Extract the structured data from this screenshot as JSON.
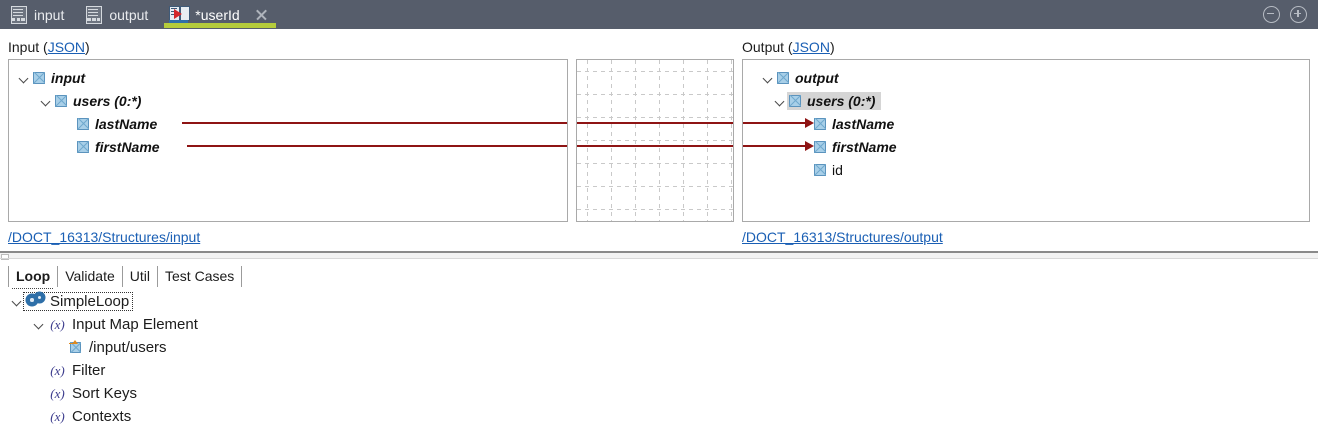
{
  "window": {
    "tabs": [
      {
        "label": "input",
        "icon": "grid-document-icon",
        "active": false,
        "closable": false
      },
      {
        "label": "output",
        "icon": "grid-document-icon",
        "active": false,
        "closable": false
      },
      {
        "label": "*userId",
        "icon": "map-transform-icon",
        "active": true,
        "closable": true
      }
    ],
    "controls": [
      {
        "name": "minimize-button",
        "icon": "circled-minus-icon"
      },
      {
        "name": "maximize-button",
        "icon": "circled-plus-icon"
      }
    ]
  },
  "input_panel": {
    "label_prefix": "Input (",
    "label_link": "JSON",
    "label_suffix": ")",
    "path_link": "/DOCT_16313/Structures/input",
    "tree": [
      {
        "label": "input",
        "indent": 0,
        "expanded": true,
        "icon": "element-icon",
        "style": "bold-italic",
        "wired": false
      },
      {
        "label": "users (0:*)",
        "indent": 1,
        "expanded": true,
        "icon": "element-icon",
        "style": "bold-italic",
        "wired": false
      },
      {
        "label": "lastName",
        "indent": 2,
        "expanded": false,
        "icon": "element-icon",
        "style": "bold-italic",
        "wired": true
      },
      {
        "label": "firstName",
        "indent": 2,
        "expanded": false,
        "icon": "element-icon",
        "style": "bold-italic",
        "wired": true
      }
    ]
  },
  "mapping_grid": {
    "name": "mapping-canvas",
    "connections": [
      {
        "from": "lastName",
        "to": "lastName"
      },
      {
        "from": "firstName",
        "to": "firstName"
      }
    ],
    "wire_color": "#8e1414",
    "grid_color": "#c9c9c9"
  },
  "output_panel": {
    "label_prefix": "Output (",
    "label_link": "JSON",
    "label_suffix": ")",
    "path_link": "/DOCT_16313/Structures/output",
    "tree": [
      {
        "label": "output",
        "indent": 0,
        "expanded": true,
        "icon": "element-icon",
        "style": "bold-italic",
        "selected": false,
        "wired": false
      },
      {
        "label": "users (0:*)",
        "indent": 1,
        "expanded": true,
        "icon": "element-icon",
        "style": "bold-italic",
        "selected": true,
        "wired": false
      },
      {
        "label": "lastName",
        "indent": 2,
        "expanded": false,
        "icon": "element-icon",
        "style": "bold-italic",
        "selected": false,
        "wired": true
      },
      {
        "label": "firstName",
        "indent": 2,
        "expanded": false,
        "icon": "element-icon",
        "style": "bold-italic",
        "selected": false,
        "wired": true
      },
      {
        "label": "id",
        "indent": 2,
        "expanded": false,
        "icon": "element-icon",
        "style": "plain",
        "selected": false,
        "wired": false
      }
    ]
  },
  "bottom": {
    "tabs": [
      {
        "label": "Loop",
        "active": true
      },
      {
        "label": "Validate",
        "active": false
      },
      {
        "label": "Util",
        "active": false
      },
      {
        "label": "Test Cases",
        "active": false
      }
    ],
    "tree": [
      {
        "label": "SimpleLoop",
        "indent": 0,
        "expanded": true,
        "icon": "gears-loop-icon",
        "focused": true
      },
      {
        "label": "Input Map Element",
        "indent": 1,
        "expanded": true,
        "icon": "fx-icon",
        "focused": false
      },
      {
        "label": "/input/users",
        "indent": 2,
        "expanded": false,
        "icon": "element-reference-icon",
        "focused": false
      },
      {
        "label": "Filter",
        "indent": 1,
        "expanded": false,
        "icon": "fx-icon",
        "focused": false
      },
      {
        "label": "Sort Keys",
        "indent": 1,
        "expanded": false,
        "icon": "fx-icon",
        "focused": false
      },
      {
        "label": "Contexts",
        "indent": 1,
        "expanded": false,
        "icon": "fx-icon",
        "focused": false
      }
    ],
    "fx_glyph": "(x)"
  },
  "colors": {
    "tabbar_bg": "#565d6b",
    "active_tab_underline": "#b5cc3b",
    "link": "#1a5fb4",
    "selection": "#d5d5d5",
    "element_icon_fill": "#a8cfe8"
  }
}
